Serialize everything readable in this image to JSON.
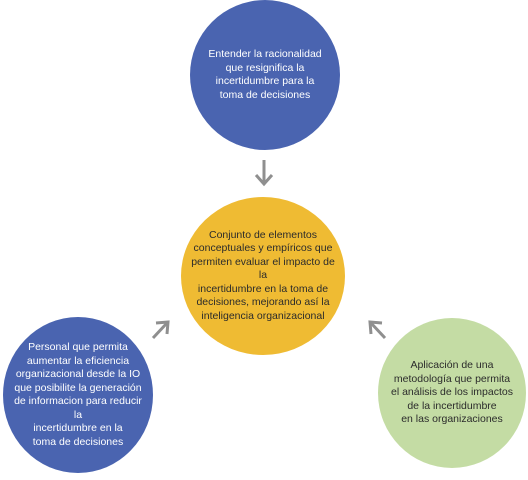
{
  "nodes": {
    "top": {
      "text": "Entender la racionalidad\nque resignifica la\nincertidumbre para la\ntoma de decisiones",
      "color": "#4a64b0"
    },
    "center": {
      "text": "Conjunto de elementos\nconceptuales y empíricos que\npermiten evaluar el impacto de la\nincertidumbre en la toma de\ndecisiones, mejorando así la\ninteligencia organizacional",
      "color": "#efbb33"
    },
    "left": {
      "text": "Personal que permita\naumentar la eficiencia\norganizacional desde la IO\nque posibilite la generación\nde informacion para reducir la\nincertidumbre en la\ntoma de decisiones",
      "color": "#4a64b0"
    },
    "right": {
      "text": "Aplicación de una\nmetodología que permita\nel análisis de los impactos\nde la incertidumbre\nen las organizaciones",
      "color": "#c4dca4"
    }
  },
  "arrow_color": "#8f8f8f"
}
